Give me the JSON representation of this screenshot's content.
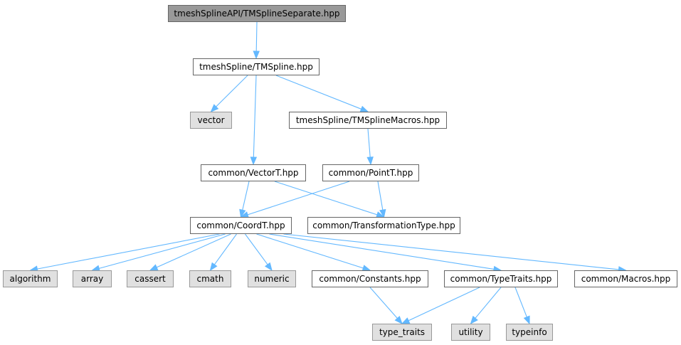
{
  "nodes": {
    "separate": {
      "label": "tmeshSplineAPI/TMSplineSeparate.hpp",
      "kind": "focus"
    },
    "tmspline": {
      "label": "tmeshSpline/TMSpline.hpp",
      "kind": "local"
    },
    "vector": {
      "label": "vector",
      "kind": "system"
    },
    "macros_tms": {
      "label": "tmeshSpline/TMSplineMacros.hpp",
      "kind": "local"
    },
    "vectorT": {
      "label": "common/VectorT.hpp",
      "kind": "local"
    },
    "pointT": {
      "label": "common/PointT.hpp",
      "kind": "local"
    },
    "coordT": {
      "label": "common/CoordT.hpp",
      "kind": "local"
    },
    "transform": {
      "label": "common/TransformationType.hpp",
      "kind": "local"
    },
    "algorithm": {
      "label": "algorithm",
      "kind": "system"
    },
    "array": {
      "label": "array",
      "kind": "system"
    },
    "cassert": {
      "label": "cassert",
      "kind": "system"
    },
    "cmath": {
      "label": "cmath",
      "kind": "system"
    },
    "numeric": {
      "label": "numeric",
      "kind": "system"
    },
    "constants": {
      "label": "common/Constants.hpp",
      "kind": "local"
    },
    "typetraits": {
      "label": "common/TypeTraits.hpp",
      "kind": "local"
    },
    "macros": {
      "label": "common/Macros.hpp",
      "kind": "local"
    },
    "type_traits": {
      "label": "type_traits",
      "kind": "system"
    },
    "utility": {
      "label": "utility",
      "kind": "system"
    },
    "typeinfo": {
      "label": "typeinfo",
      "kind": "system"
    }
  },
  "edges": [
    [
      "separate",
      "tmspline"
    ],
    [
      "tmspline",
      "vector"
    ],
    [
      "tmspline",
      "macros_tms"
    ],
    [
      "tmspline",
      "vectorT"
    ],
    [
      "macros_tms",
      "pointT"
    ],
    [
      "vectorT",
      "coordT"
    ],
    [
      "vectorT",
      "transform"
    ],
    [
      "pointT",
      "coordT"
    ],
    [
      "pointT",
      "transform"
    ],
    [
      "coordT",
      "algorithm"
    ],
    [
      "coordT",
      "array"
    ],
    [
      "coordT",
      "cassert"
    ],
    [
      "coordT",
      "cmath"
    ],
    [
      "coordT",
      "numeric"
    ],
    [
      "coordT",
      "constants"
    ],
    [
      "coordT",
      "typetraits"
    ],
    [
      "coordT",
      "macros"
    ],
    [
      "constants",
      "type_traits"
    ],
    [
      "typetraits",
      "type_traits"
    ],
    [
      "typetraits",
      "utility"
    ],
    [
      "typetraits",
      "typeinfo"
    ]
  ],
  "colors": {
    "edge": "#63b8ff",
    "focus_fill": "#999999",
    "system_fill": "#e0e0e0",
    "local_fill": "#ffffff",
    "border": "#666666"
  }
}
